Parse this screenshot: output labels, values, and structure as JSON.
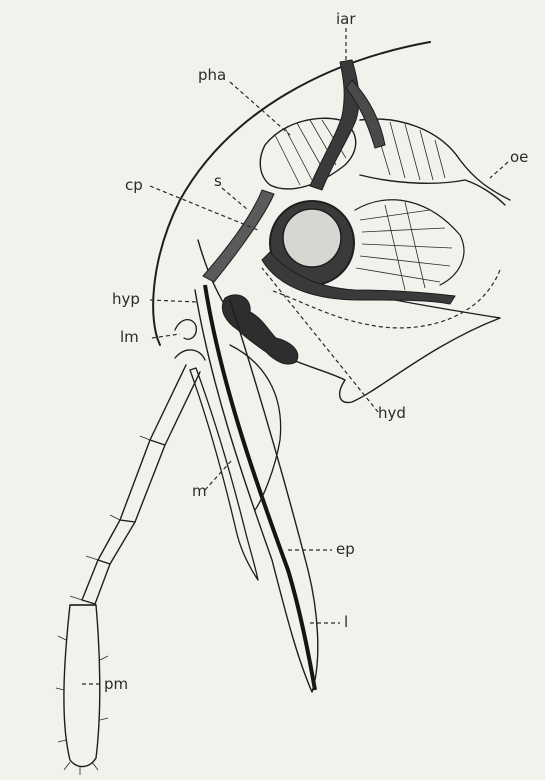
{
  "figure": {
    "labels": {
      "iar": "iar",
      "pha": "pha",
      "oe": "oe",
      "cp": "cp",
      "s": "s",
      "hyp": "hyp",
      "lm": "lm",
      "hyd": "hyd",
      "m": "m",
      "ep": "ep",
      "l": "l",
      "pm": "pm"
    },
    "colors": {
      "ink": "#1e1e1e",
      "paper": "#f3f1ec",
      "pump_fill": "#3a3a3a",
      "pump_center": "#d8d6d0"
    }
  }
}
